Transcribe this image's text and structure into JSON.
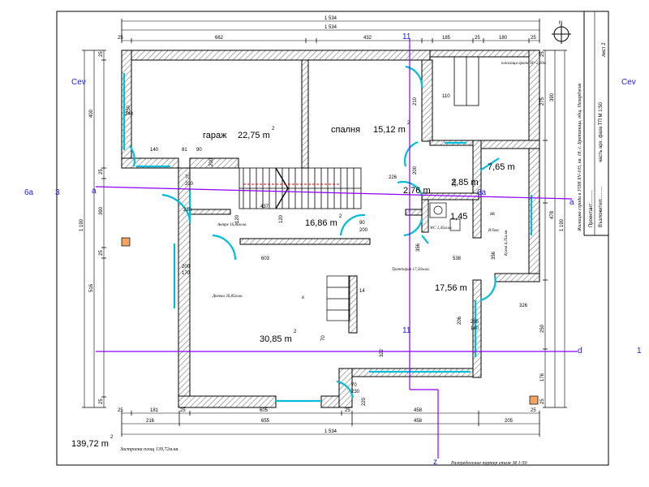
{
  "dimensions": {
    "top_total_1": "1 534",
    "top_total_2": "1 534",
    "top_segments": [
      "25",
      "662",
      "432",
      "185",
      "25",
      "180",
      "25"
    ],
    "bottom_total": "1 534",
    "bottom_seg1": [
      "25",
      "181",
      "25",
      "605",
      "25",
      "458",
      "25"
    ],
    "bottom_seg2": [
      "216",
      "655",
      "458",
      "205"
    ],
    "left_total": "1 190",
    "left_segments": [
      "25",
      "400",
      "25",
      "390",
      "25",
      "516",
      "25"
    ],
    "right_total": "1 190",
    "right_segments": [
      "25",
      "275",
      "390",
      "478",
      "250",
      "176",
      "25"
    ],
    "interior": [
      "250",
      "240",
      "140",
      "81",
      "90",
      "200",
      "70",
      "200",
      "230",
      "120",
      "437",
      "120",
      "226",
      "90",
      "200",
      "603",
      "200",
      "170",
      "14",
      "70",
      "322",
      "538",
      "356",
      "206",
      "295",
      "140",
      "356",
      "326",
      "220",
      "70",
      "230",
      "200",
      "200",
      "110",
      "210"
    ]
  },
  "rooms": {
    "garage_name": "гараж",
    "garage_area": "22,75 m",
    "bedroom_name": "спалня",
    "bedroom_area": "15,12 m",
    "hall1_area": "16,86 m",
    "hall2_area": "2,76 m",
    "room_285": "2,85 m",
    "room_765": "7,65 m",
    "wc_area": "1,45",
    "kitchen_area": "17,56 m",
    "living_area": "30,85 m",
    "sup": "2"
  },
  "small_labels": {
    "antre": "Антре 16,86м.кв.",
    "dnevna": "Дневна 30,85м.кв.",
    "trapezaria": "Трапезария 17,56м.кв.",
    "kuhnya": "Кухня 4,35м.кв.",
    "wc": "WC 1,45м.кв.",
    "bk": "ВК",
    "vbox": "В бокс",
    "k": "К"
  },
  "axes": {
    "cev_left": "Cev",
    "cev_right": "Cev",
    "a6_left": "6a",
    "three": "3",
    "a_left": "a",
    "a_right": "a",
    "a6_mid": "6a",
    "one": "1",
    "d": "d",
    "eleven_top": "11",
    "eleven_mid": "11",
    "z": "z"
  },
  "window_note": "плъзгаща врата H=2,20м",
  "north": "N",
  "total_area": "139,72 m",
  "footer_left": "Застроена площ 139,72м.кв.",
  "footer_right": "Разпределение партер етаж М 1:50",
  "title_block": {
    "main": "Жилищна сграда в УПИ XV-105, кв. 18, с. Братаница, общ. Пазарджик",
    "col1": "Проектант:.........",
    "col2": "Възложител:.........",
    "col3": "часть  арх.  фаза  ТП  М 1:50",
    "sheet": "лист 2"
  }
}
